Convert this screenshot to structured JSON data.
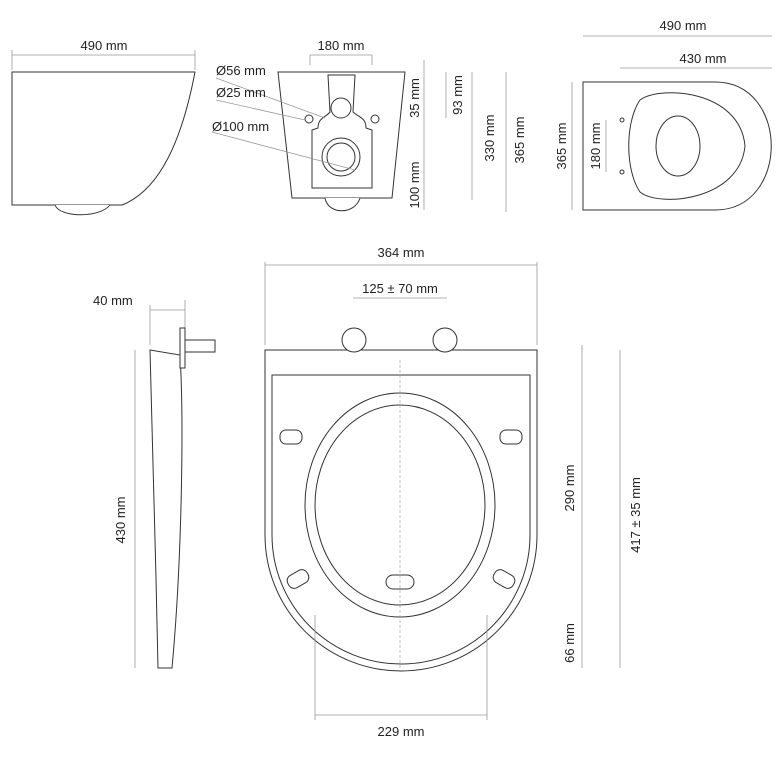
{
  "side_view": {
    "width": "490 mm"
  },
  "front_view": {
    "width": "180 mm",
    "d56": "Ø56 mm",
    "d25": "Ø25 mm",
    "d100": "Ø100 mm",
    "h35": "35 mm",
    "h93": "93 mm",
    "h100": "100 mm",
    "h330": "330 mm",
    "h365": "365 mm"
  },
  "top_view": {
    "length": "490 mm",
    "inner_length": "430 mm",
    "width": "365 mm",
    "holes": "180 mm"
  },
  "seat_view": {
    "width": "364 mm",
    "hinge_spacing": "125 ± 70 mm",
    "thickness": "40 mm",
    "side_length": "430 mm",
    "opening_length": "290 mm",
    "total_length": "417 ± 35 mm",
    "front_gap": "66 mm",
    "opening_width": "229 mm"
  }
}
